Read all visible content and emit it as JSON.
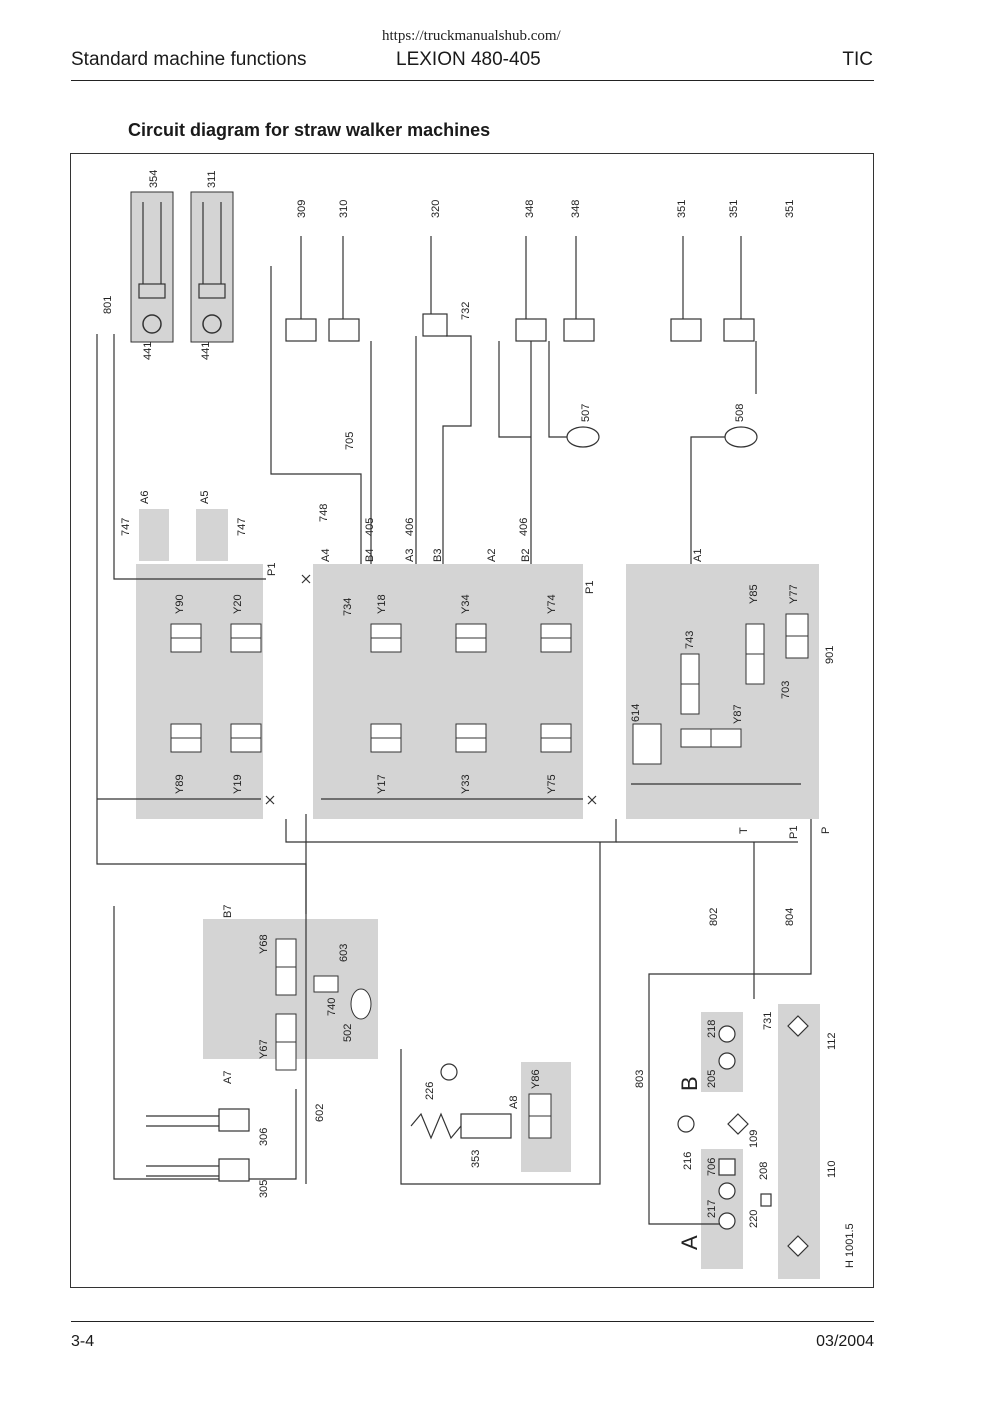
{
  "header": {
    "url": "https://truckmanualshub.com/",
    "section": "Standard machine functions",
    "model": "LEXION 480-405",
    "code": "TIC"
  },
  "title": "Circuit diagram for straw walker machines",
  "footer": {
    "page": "3-4",
    "date": "03/2004"
  },
  "diagram": {
    "cylinder_labels": [
      "354",
      "311",
      "309",
      "310",
      "320",
      "348",
      "348",
      "351",
      "351",
      "351"
    ],
    "valve_labels": [
      "Y90",
      "Y20",
      "Y89",
      "Y19",
      "Y18",
      "Y34",
      "Y74",
      "Y17",
      "Y33",
      "Y75",
      "Y85",
      "Y77",
      "Y87",
      "Y68",
      "Y67",
      "Y86"
    ],
    "port_labels": [
      "A6",
      "A5",
      "A4",
      "B4",
      "A3",
      "B3",
      "A2",
      "B2",
      "A1",
      "B7",
      "A7",
      "A8",
      "P1",
      "P1",
      "P1",
      "T",
      "P"
    ],
    "part_labels": [
      "801",
      "441",
      "441",
      "747",
      "747",
      "705",
      "748",
      "405",
      "406",
      "406",
      "507",
      "508",
      "732",
      "734",
      "743",
      "614",
      "703",
      "901",
      "802",
      "804",
      "603",
      "740",
      "502",
      "602",
      "306",
      "305",
      "226",
      "353",
      "731",
      "218",
      "112",
      "205",
      "803",
      "216",
      "109",
      "706",
      "208",
      "217",
      "220",
      "110"
    ],
    "section_markers": [
      "A",
      "B"
    ],
    "drawing_id": "H 1001.5"
  }
}
